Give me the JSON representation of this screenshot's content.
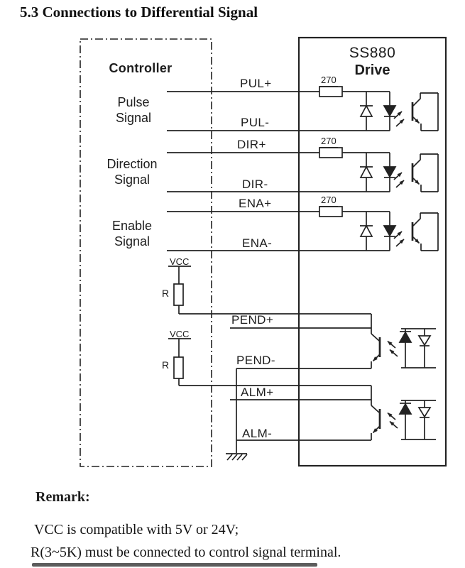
{
  "title": "5.3 Connections to Differential Signal",
  "diagram": {
    "controller": {
      "title": "Controller",
      "signal_groups": [
        {
          "line1": "Pulse",
          "line2": "Signal"
        },
        {
          "line1": "Direction",
          "line2": "Signal"
        },
        {
          "line1": "Enable",
          "line2": "Signal"
        }
      ],
      "vcc_label": "VCC",
      "resistor_label": "R"
    },
    "drive": {
      "model": "SS880",
      "label": "Drive",
      "series_resistor": "270"
    },
    "wire_labels": [
      "PUL+",
      "PUL-",
      "DIR+",
      "DIR-",
      "ENA+",
      "ENA-",
      "PEND+",
      "PEND-",
      "ALM+",
      "ALM-"
    ]
  },
  "remark": {
    "heading": "Remark:",
    "lines": [
      "VCC is compatible with 5V or 24V;",
      "R(3~5K) must be connected to control signal terminal."
    ]
  },
  "colors": {
    "line": "#222222",
    "text": "#1d1d1d",
    "scan_bar": "#5c5c5c"
  }
}
